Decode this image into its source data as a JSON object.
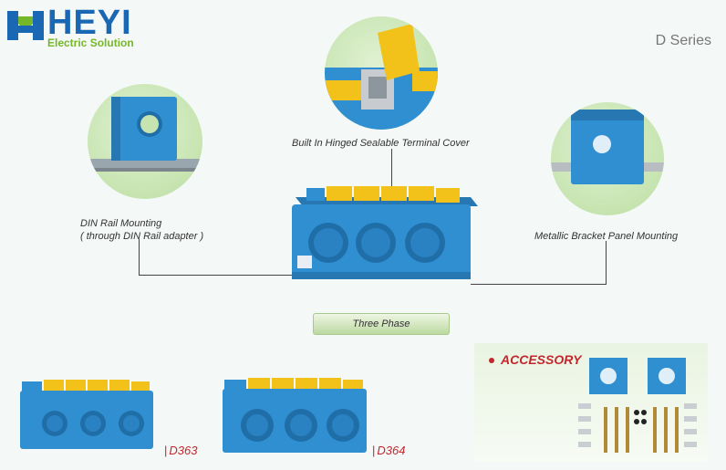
{
  "brand": {
    "name": "HEYI",
    "tagline": "Electric Solution",
    "series": "D Series",
    "colors": {
      "blue": "#1a67b3",
      "green": "#76b72a"
    }
  },
  "features": {
    "din_rail_caption_line1": "DIN Rail Mounting",
    "din_rail_caption_line2": "( through DIN Rail adapter )",
    "terminal_cover_caption": "Built In Hinged Sealable Terminal Cover",
    "bracket_caption": "Metallic Bracket Panel Mounting"
  },
  "phase_label": "Three Phase",
  "models": [
    {
      "label": "D363"
    },
    {
      "label": "D364"
    }
  ],
  "accessory": {
    "title": "ACCESSORY"
  },
  "colors": {
    "product_blue": "#2f8fd1",
    "cover_yellow": "#f2c21b",
    "accent_red": "#c2272d"
  }
}
